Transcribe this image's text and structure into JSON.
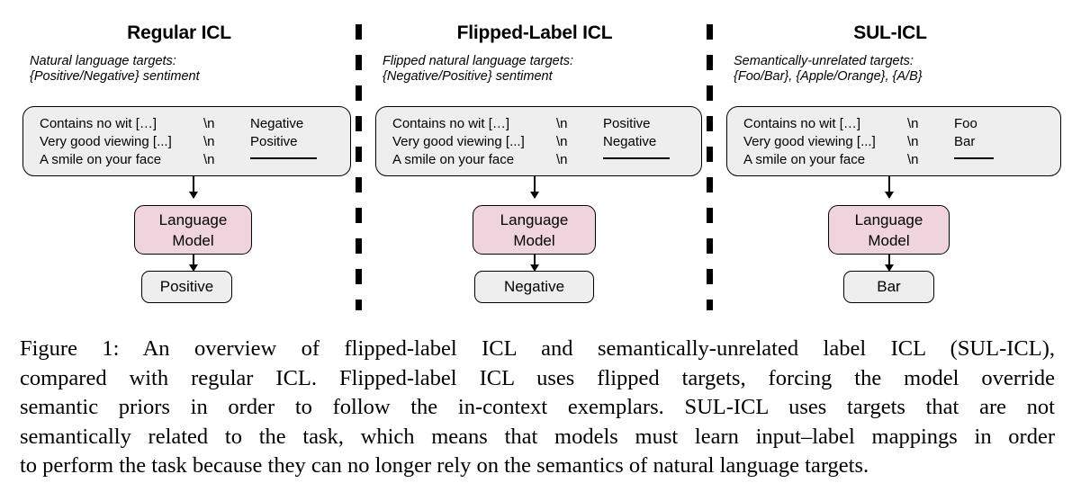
{
  "figure": {
    "panels": [
      {
        "id": "regular-icl",
        "title": "Regular ICL",
        "subtitle_line1": "Natural language targets:",
        "subtitle_line2": "{Positive/Negative} sentiment",
        "exemplars": [
          {
            "input": "Contains no wit […]",
            "sep": "\\n",
            "target": "Negative"
          },
          {
            "input": "Very good viewing [...]",
            "sep": "\\n",
            "target": "Positive"
          },
          {
            "input": "A smile on your face",
            "sep": "\\n",
            "target": ""
          }
        ],
        "blank_style": "blank-long",
        "model_line1": "Language",
        "model_line2": "Model",
        "output": "Positive"
      },
      {
        "id": "flipped-label-icl",
        "title": "Flipped-Label ICL",
        "subtitle_line1": "Flipped natural language targets:",
        "subtitle_line2": "{Negative/Positive} sentiment",
        "exemplars": [
          {
            "input": "Contains no wit […]",
            "sep": "\\n",
            "target": "Positive"
          },
          {
            "input": "Very good viewing [...]",
            "sep": "\\n",
            "target": "Negative"
          },
          {
            "input": "A smile on your face",
            "sep": "\\n",
            "target": ""
          }
        ],
        "blank_style": "blank-long",
        "model_line1": "Language",
        "model_line2": "Model",
        "output": "Negative"
      },
      {
        "id": "sul-icl",
        "title": "SUL-ICL",
        "subtitle_line1": "Semantically-unrelated targets:",
        "subtitle_line2": "{Foo/Bar}, {Apple/Orange}, {A/B}",
        "exemplars": [
          {
            "input": "Contains no wit […]",
            "sep": "\\n",
            "target": "Foo"
          },
          {
            "input": "Very good viewing [...]",
            "sep": "\\n",
            "target": "Bar"
          },
          {
            "input": "A smile on your face",
            "sep": "\\n",
            "target": ""
          }
        ],
        "blank_style": "blank-short",
        "model_line1": "Language",
        "model_line2": "Model",
        "output": "Bar"
      }
    ],
    "colors": {
      "model_box_fill": "#efd4de",
      "box_fill": "#eeeeee",
      "stroke": "#000000",
      "background": "#ffffff"
    }
  },
  "caption": {
    "label": "Figure 1:",
    "lines": [
      "Figure 1:  An overview of flipped-label ICL and semantically-unrelated label ICL (SUL-ICL),",
      "compared with regular ICL. Flipped-label ICL uses flipped targets, forcing the model override",
      "semantic priors in order to follow the in-context exemplars.  SUL-ICL uses targets that are not",
      "semantically related to the task, which means that models must learn input–label mappings in order",
      "to perform the task because they can no longer rely on the semantics of natural language targets."
    ]
  }
}
